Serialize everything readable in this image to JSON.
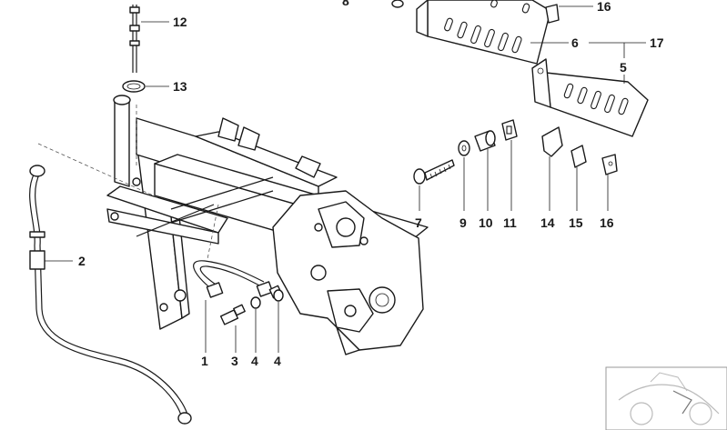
{
  "labels": [
    {
      "id": "label-1",
      "text": "1"
    },
    {
      "id": "label-2",
      "text": "2"
    },
    {
      "id": "label-3",
      "text": "3"
    },
    {
      "id": "label-4a",
      "text": "4"
    },
    {
      "id": "label-4b",
      "text": "4"
    },
    {
      "id": "label-5",
      "text": "5"
    },
    {
      "id": "label-6",
      "text": "6"
    },
    {
      "id": "label-7",
      "text": "7"
    },
    {
      "id": "label-8",
      "text": "8"
    },
    {
      "id": "label-9",
      "text": "9"
    },
    {
      "id": "label-10",
      "text": "10"
    },
    {
      "id": "label-11",
      "text": "11"
    },
    {
      "id": "label-12",
      "text": "12"
    },
    {
      "id": "label-13",
      "text": "13"
    },
    {
      "id": "label-14",
      "text": "14"
    },
    {
      "id": "label-15",
      "text": "15"
    },
    {
      "id": "label-16a",
      "text": "16"
    },
    {
      "id": "label-16b",
      "text": "16"
    },
    {
      "id": "label-17",
      "text": "17"
    }
  ]
}
